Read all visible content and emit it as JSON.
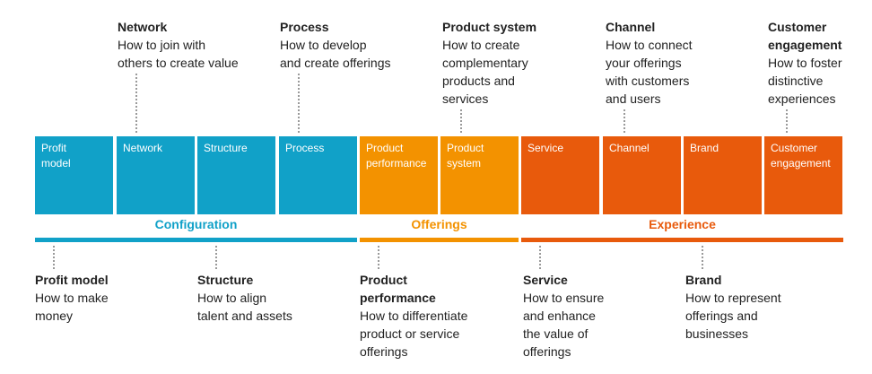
{
  "colors": {
    "configuration": "#11a1c8",
    "offerings": "#f39200",
    "experience": "#e85a0c"
  },
  "boxes": [
    {
      "label": "Profit\nmodel",
      "group": "configuration"
    },
    {
      "label": "Network",
      "group": "configuration"
    },
    {
      "label": "Structure",
      "group": "configuration"
    },
    {
      "label": "Process",
      "group": "configuration"
    },
    {
      "label": "Product\nperformance",
      "group": "offerings"
    },
    {
      "label": "Product\nsystem",
      "group": "offerings"
    },
    {
      "label": "Service",
      "group": "experience"
    },
    {
      "label": "Channel",
      "group": "experience"
    },
    {
      "label": "Brand",
      "group": "experience"
    },
    {
      "label": "Customer\nengagement",
      "group": "experience"
    }
  ],
  "groups": {
    "configuration": "Configuration",
    "offerings": "Offerings",
    "experience": "Experience"
  },
  "top_callouts": [
    {
      "title": "Network",
      "desc": "How to join with\nothers to create value"
    },
    {
      "title": "Process",
      "desc": "How to develop\nand create offerings"
    },
    {
      "title": "Product system",
      "desc": "How to create\ncomplementary\nproducts and\nservices"
    },
    {
      "title": "Channel",
      "desc": "How to connect\nyour offerings\nwith customers\nand users"
    },
    {
      "title": "Customer\nengagement",
      "desc": "How to foster\ndistinctive\nexperiences"
    }
  ],
  "bottom_callouts": [
    {
      "title": "Profit model",
      "desc": "How to make\nmoney"
    },
    {
      "title": "Structure",
      "desc": "How to align\ntalent and assets"
    },
    {
      "title": "Product\nperformance",
      "desc": "How to differentiate\nproduct or service\nofferings"
    },
    {
      "title": "Service",
      "desc": "How to ensure\nand enhance\nthe value of\nofferings"
    },
    {
      "title": "Brand",
      "desc": "How to represent\nofferings and\nbusinesses"
    }
  ]
}
